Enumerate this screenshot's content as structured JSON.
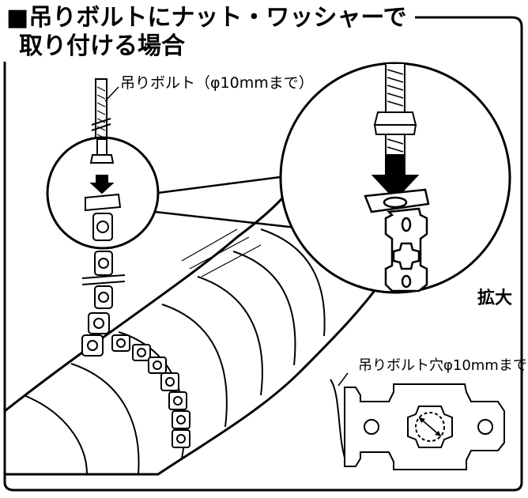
{
  "title": {
    "line1": "■吊りボルトにナット・ワッシャーで",
    "line2": "取り付ける場合"
  },
  "labels": {
    "hanging_bolt": "吊りボルト（φ10mmまで）",
    "enlarged": "拡大",
    "bolt_hole": "吊りボルト穴φ10mmまで"
  }
}
